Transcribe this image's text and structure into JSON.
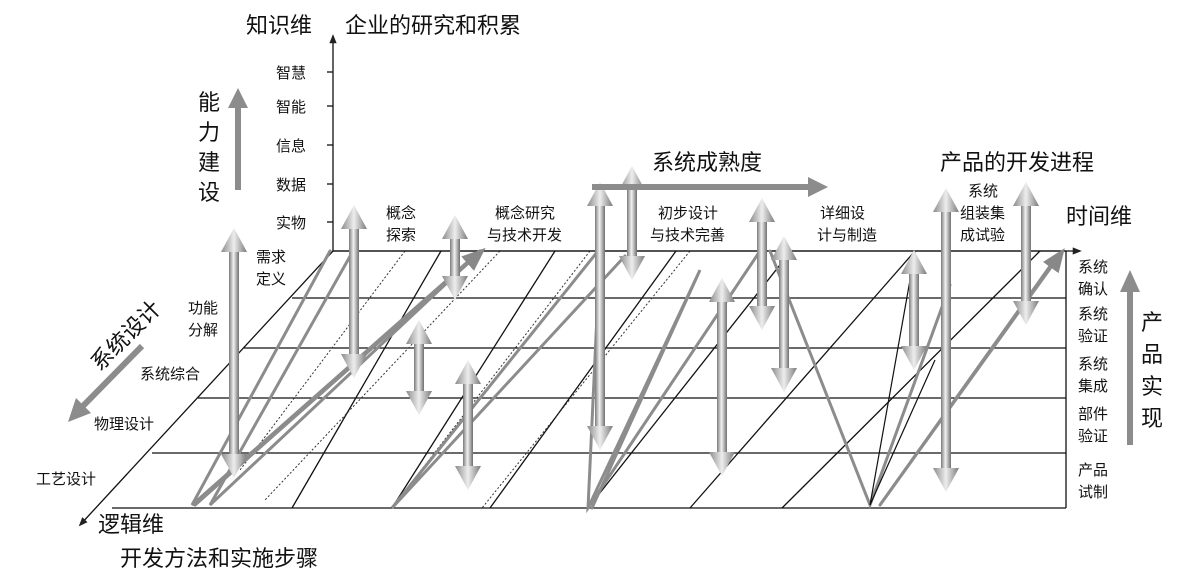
{
  "knowledge_axis": {
    "name": "知识维",
    "subtitle": "企业的研究和积累",
    "levels": [
      "智慧",
      "智能",
      "信息",
      "数据",
      "实物"
    ]
  },
  "capability_label": [
    "能",
    "力",
    "建",
    "设"
  ],
  "maturity_label": "系统成熟度",
  "progress_label": "产品的开发进程",
  "time_axis": {
    "name": "时间维"
  },
  "phases": [
    [
      "概念",
      "探索"
    ],
    [
      "概念研究",
      "与技术开发"
    ],
    [
      "初步设计",
      "与技术完善"
    ],
    [
      "详细设",
      "计与制造"
    ],
    [
      "系统",
      "组装集",
      "成试验"
    ]
  ],
  "logic_axis": {
    "name": "逻辑维",
    "subtitle": "开发方法和实施步骤",
    "steps": [
      [
        "需求",
        "定义"
      ],
      [
        "功能",
        "分解"
      ],
      [
        "系统综合"
      ],
      [
        "物理设计"
      ],
      [
        "工艺设计"
      ]
    ]
  },
  "system_design_label": "系统设计",
  "realization_stages": [
    [
      "系统",
      "确认"
    ],
    [
      "系统",
      "验证"
    ],
    [
      "系统",
      "集成"
    ],
    [
      "部件",
      "验证"
    ],
    [
      "产品",
      "试制"
    ]
  ],
  "product_realization_label": [
    "产",
    "品",
    "实",
    "现"
  ]
}
